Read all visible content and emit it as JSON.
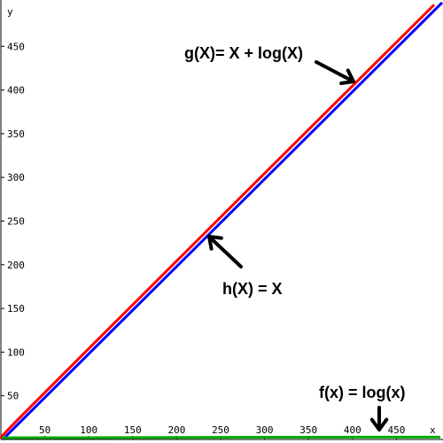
{
  "chart_data": {
    "type": "line",
    "xlabel": "x",
    "ylabel": "y",
    "xlim": [
      0,
      500
    ],
    "ylim": [
      0,
      500
    ],
    "x_ticks": [
      50,
      100,
      150,
      200,
      250,
      300,
      350,
      400,
      450
    ],
    "y_ticks": [
      50,
      100,
      150,
      200,
      250,
      300,
      350,
      400,
      450
    ],
    "grid": false,
    "series": [
      {
        "key": "h",
        "color": "#0000ff",
        "x": [
          0,
          500
        ],
        "y": [
          0,
          500
        ]
      },
      {
        "key": "g",
        "color": "#ff0000",
        "x": [
          1,
          5,
          10,
          25,
          50,
          100,
          200,
          300,
          400,
          495
        ],
        "y": [
          1.0,
          5.7,
          11.0,
          26.4,
          51.7,
          102.0,
          202.3,
          302.5,
          402.6,
          497.7
        ]
      },
      {
        "key": "f",
        "color": "#00aa00",
        "x": [
          1,
          5,
          10,
          25,
          50,
          100,
          200,
          300,
          400,
          500
        ],
        "y": [
          0,
          0.7,
          1.0,
          1.4,
          1.7,
          2.0,
          2.3,
          2.5,
          2.6,
          2.7
        ]
      }
    ],
    "annotations": [
      {
        "key": "g",
        "text": "g(X)= X + log(X)"
      },
      {
        "key": "h",
        "text": "h(X) = X"
      },
      {
        "key": "f",
        "text": "f(x) = log(x)"
      }
    ]
  }
}
